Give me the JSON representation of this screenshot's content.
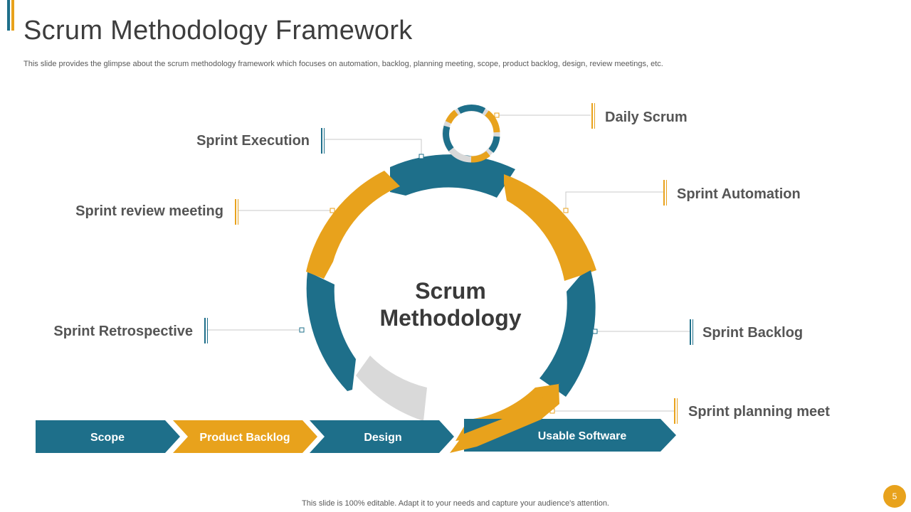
{
  "header": {
    "title": "Scrum Methodology Framework",
    "subtitle": "This slide provides the glimpse about the scrum methodology framework which focuses on automation, backlog, planning meeting, scope, product backlog, design, review meetings, etc."
  },
  "diagram": {
    "center_line1": "Scrum",
    "center_line2": "Methodology",
    "labels": {
      "daily_scrum": "Daily Scrum",
      "sprint_execution": "Sprint Execution",
      "sprint_automation": "Sprint Automation",
      "sprint_review": "Sprint review meeting",
      "sprint_retrospective": "Sprint Retrospective",
      "sprint_backlog": "Sprint Backlog",
      "sprint_planning": "Sprint planning meet"
    },
    "flow": {
      "scope": "Scope",
      "product_backlog": "Product Backlog",
      "design": "Design",
      "usable_software": "Usable Software"
    }
  },
  "colors": {
    "teal": "#1e6f8a",
    "orange": "#e8a21c",
    "gray": "#d9d9d9",
    "text": "#555555"
  },
  "footer": {
    "note": "This slide is 100% editable. Adapt it to your needs and capture your audience's attention.",
    "page": "5"
  }
}
